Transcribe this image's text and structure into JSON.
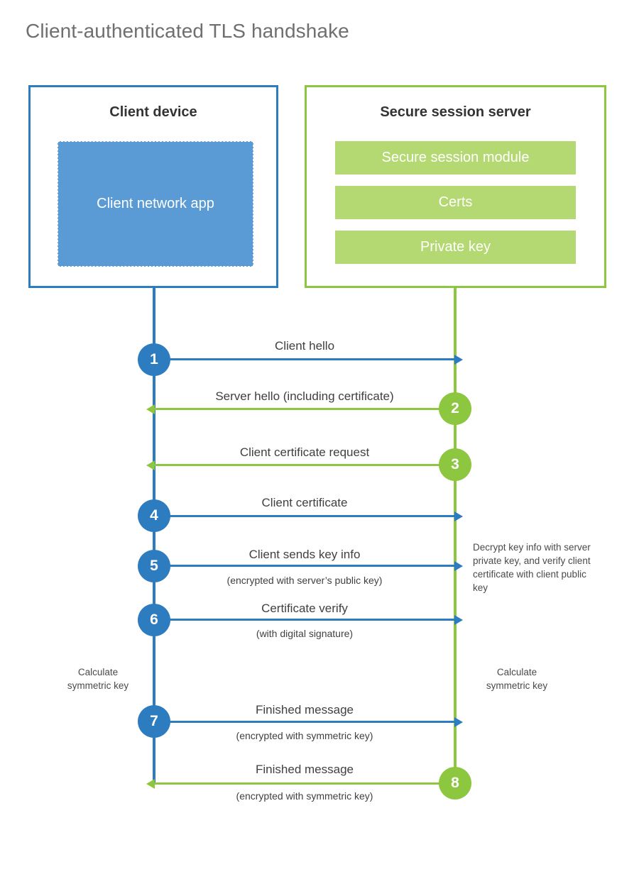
{
  "title": "Client-authenticated TLS handshake",
  "colors": {
    "client_accent": "#2E7CC0",
    "server_accent": "#8DC63F",
    "client_app_fill": "#5B9BD5",
    "server_block_fill": "#B4D872",
    "title_text": "#6F6F6F",
    "label_text": "#404040"
  },
  "actors": {
    "client": {
      "title": "Client device",
      "inner_blocks": [
        {
          "label": "Client network app"
        }
      ]
    },
    "server": {
      "title": "Secure session server",
      "inner_blocks": [
        {
          "label": "Secure session module"
        },
        {
          "label": "Certs"
        },
        {
          "label": "Private key"
        }
      ]
    }
  },
  "steps": [
    {
      "number": "1",
      "label": "Client hello",
      "sub": "",
      "direction": "client-to-server",
      "side": "client"
    },
    {
      "number": "2",
      "label": "Server hello (including certificate)",
      "sub": "",
      "direction": "server-to-client",
      "side": "server"
    },
    {
      "number": "3",
      "label": "Client certificate request",
      "sub": "",
      "direction": "server-to-client",
      "side": "server"
    },
    {
      "number": "4",
      "label": "Client certificate",
      "sub": "",
      "direction": "client-to-server",
      "side": "client"
    },
    {
      "number": "5",
      "label": "Client sends key info",
      "sub": "(encrypted with server’s public key)",
      "direction": "client-to-server",
      "side": "client"
    },
    {
      "number": "6",
      "label": "Certificate verify",
      "sub": "(with digital signature)",
      "direction": "client-to-server",
      "side": "client"
    },
    {
      "number": "7",
      "label": "Finished message",
      "sub": "(encrypted with symmetric key)",
      "direction": "client-to-server",
      "side": "client"
    },
    {
      "number": "8",
      "label": "Finished message",
      "sub": "(encrypted with symmetric key)",
      "direction": "server-to-client",
      "side": "server"
    }
  ],
  "notes": {
    "server_decrypt": "Decrypt key info with server private key, and verify client certificate with client public key",
    "client_calculate": "Calculate\nsymmetric key",
    "server_calculate": "Calculate\nsymmetric key"
  }
}
